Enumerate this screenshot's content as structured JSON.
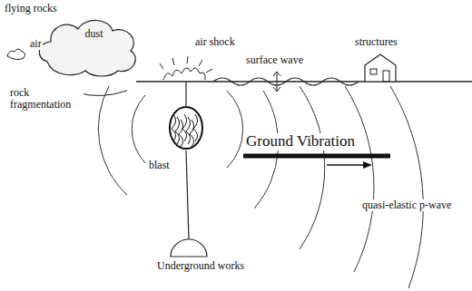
{
  "diagram": {
    "nodes": [
      {
        "text": [
          "dust"
        ]
      },
      {
        "text": [
          "blast"
        ]
      },
      {
        "text": [
          "structures"
        ]
      },
      {
        "text": [
          "Underground works"
        ]
      }
    ],
    "edges": [
      {
        "from": 1,
        "to": 3,
        "arrow": "none"
      }
    ],
    "labels": [
      "flying rocks",
      "air",
      "air shock",
      "surface wave",
      "rock fragmentation",
      "Ground Vibration",
      "quasi-elastic p-wave"
    ]
  }
}
